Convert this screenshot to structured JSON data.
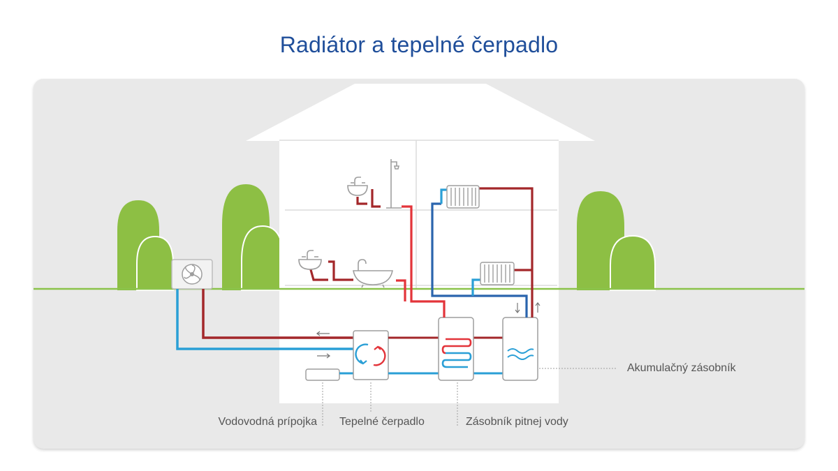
{
  "title": "Radiátor a tepelné čerpadlo",
  "labels": {
    "water_connection": "Vodovodná prípojka",
    "heat_pump": "Tepelné čerpadlo",
    "potable_tank": "Zásobník pitnej vody",
    "buffer_tank": "Akumulačný zásobník"
  },
  "colors": {
    "title": "#1f4e9a",
    "hot_pipe": "#a3272a",
    "hot_pipe_bright": "#e3343a",
    "cold_pipe": "#2a9fd6",
    "cold_pipe_dark": "#2a64ad",
    "ground_line": "#8bc34a",
    "tree_fill": "#8dbf44",
    "panel_bg": "#e9e9e9",
    "house_fill": "#ffffff"
  }
}
